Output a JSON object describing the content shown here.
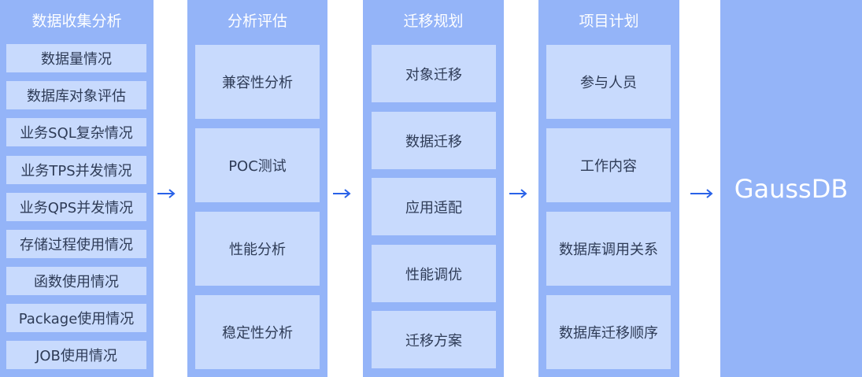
{
  "columns": [
    {
      "title": "数据收集分析",
      "items": [
        "数据量情况",
        "数据库对象评估",
        "业务SQL复杂情况",
        "业务TPS并发情况",
        "业务QPS并发情况",
        "存储过程使用情况",
        "函数使用情况",
        "Package使用情况",
        "JOB使用情况"
      ]
    },
    {
      "title": "分析评估",
      "items": [
        "兼容性分析",
        "POC测试",
        "性能分析",
        "稳定性分析"
      ]
    },
    {
      "title": "迁移规划",
      "items": [
        "对象迁移",
        "数据迁移",
        "应用适配",
        "性能调优",
        "迁移方案"
      ]
    },
    {
      "title": "项目计划",
      "items": [
        "参与人员",
        "工作内容",
        "数据库调用关系",
        "数据库迁移顺序"
      ]
    }
  ],
  "target": {
    "label": "GaussDB"
  },
  "colors": {
    "column_bg": "#94b4f8",
    "card_bg": "#c8dafd",
    "arrow": "#2962e8",
    "text": "#2e3b56"
  }
}
